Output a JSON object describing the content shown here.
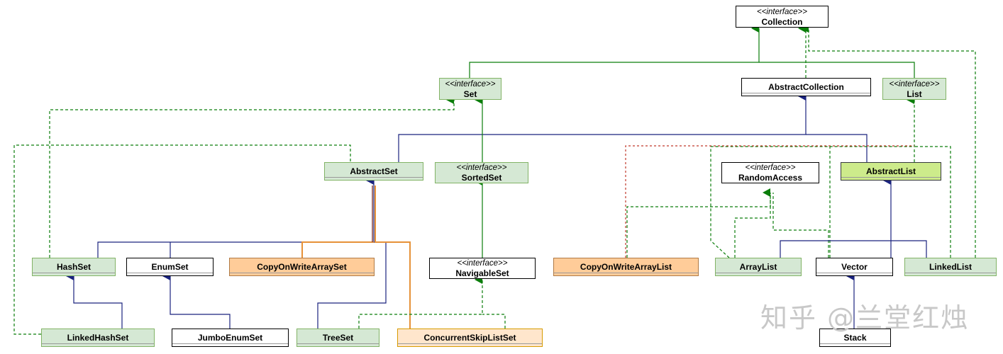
{
  "nodes": {
    "collection": {
      "stereotype": "<<interface>>",
      "label": "Collection"
    },
    "set": {
      "stereotype": "<<interface>>",
      "label": "Set"
    },
    "abstract_collection": {
      "label": "AbstractCollection"
    },
    "list": {
      "stereotype": "<<interface>>",
      "label": "List"
    },
    "abstract_set": {
      "label": "AbstractSet"
    },
    "sorted_set": {
      "stereotype": "<<interface>>",
      "label": "SortedSet"
    },
    "random_access": {
      "stereotype": "<<interface>>",
      "label": "RandomAccess"
    },
    "abstract_list": {
      "label": "AbstractList"
    },
    "hash_set": {
      "label": "HashSet"
    },
    "enum_set": {
      "label": "EnumSet"
    },
    "cow_array_set": {
      "label": "CopyOnWriteArraySet"
    },
    "navigable_set": {
      "stereotype": "<<interface>>",
      "label": "NavigableSet"
    },
    "cow_array_list": {
      "label": "CopyOnWriteArrayList"
    },
    "array_list": {
      "label": "ArrayList"
    },
    "vector": {
      "label": "Vector"
    },
    "linked_list": {
      "label": "LinkedList"
    },
    "linked_hash_set": {
      "label": "LinkedHashSet"
    },
    "jumbo_enum_set": {
      "label": "JumboEnumSet"
    },
    "tree_set": {
      "label": "TreeSet"
    },
    "concurrent_skip_list_set": {
      "label": "ConcurrentSkipListSet"
    },
    "stack": {
      "label": "Stack"
    }
  },
  "watermark": "知乎 @兰堂红烛",
  "colors": {
    "implements": "#0a7d0a",
    "extends": "#1a237e",
    "dashed_red": "#c0392b",
    "orange": "#e69138",
    "dark_red": "#6d1b1b"
  }
}
